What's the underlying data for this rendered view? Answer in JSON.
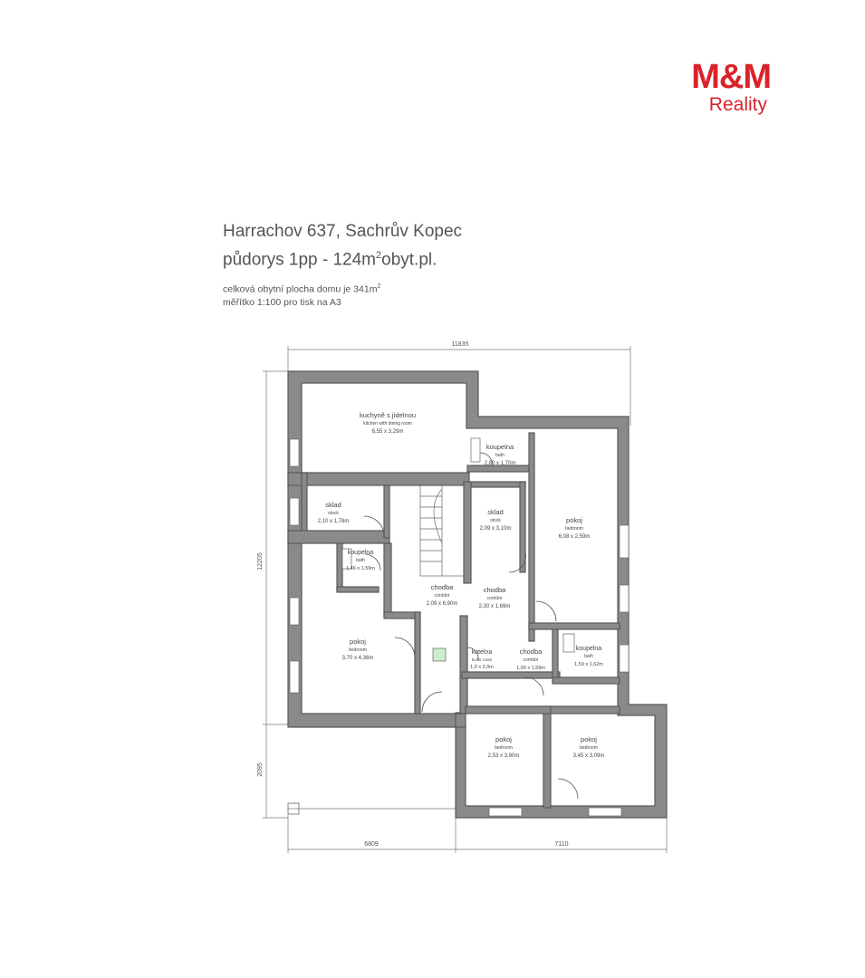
{
  "logo": {
    "mark": "M&M",
    "sub": "Reality"
  },
  "heading": {
    "line1": "Harrachov 637, Sachrův Kopec",
    "line2_prefix": "půdorys 1pp - 124m",
    "line2_sup": "2",
    "line2_suffix": "obyt.pl.",
    "note1_prefix": "celková obytní plocha domu je 341m",
    "note1_sup": "2",
    "note2": "měřítko 1:100 pro tisk na A3"
  },
  "dimensions": {
    "top": "11835",
    "left": "12205",
    "left_lower": "2095",
    "bottom_left": "6809",
    "bottom_right": "7110"
  },
  "rooms": {
    "kitchen": {
      "cz": "kuchyně s jídelnou",
      "en": "kitchen with dining room",
      "size": "6,55 x 3,29m"
    },
    "bath_top": {
      "cz": "koupelna",
      "en": "bath",
      "size": "2,80 x 1,70m"
    },
    "storage_left": {
      "cz": "sklad",
      "en": "stock",
      "size": "2,10 x 1,78m"
    },
    "storage_mid": {
      "cz": "sklad",
      "en": "stock",
      "size": "2,09 x 3,10m"
    },
    "bedroom_right": {
      "cz": "pokoj",
      "en": "bedroom",
      "size": "6,08 x 2,59m"
    },
    "bath_left": {
      "cz": "koupelna",
      "en": "bath",
      "size": "1,46 x 1,59m"
    },
    "corridor_main": {
      "cz": "chodba",
      "en": "corridor",
      "size": "2,09 x 6,90m"
    },
    "corridor_mid": {
      "cz": "chodba",
      "en": "corridor",
      "size": "2,30 x 1,69m"
    },
    "bedroom_left": {
      "cz": "pokoj",
      "en": "bedroom",
      "size": "3,70 x 4,36m"
    },
    "boiler": {
      "cz": "kotelna",
      "en": "boiler room",
      "size": "1,0 x 2,0m"
    },
    "corridor_small": {
      "cz": "chodba",
      "en": "corridor",
      "size": "1,90 x 1,59m"
    },
    "bath_right": {
      "cz": "koupelna",
      "en": "bath",
      "size": "1,59 x 1,62m"
    },
    "bedroom_bl": {
      "cz": "pokoj",
      "en": "bedroom",
      "size": "2,53 x 3,90m"
    },
    "bedroom_br": {
      "cz": "pokoj",
      "en": "bedroom",
      "size": "3,45 x 3,09m"
    }
  }
}
